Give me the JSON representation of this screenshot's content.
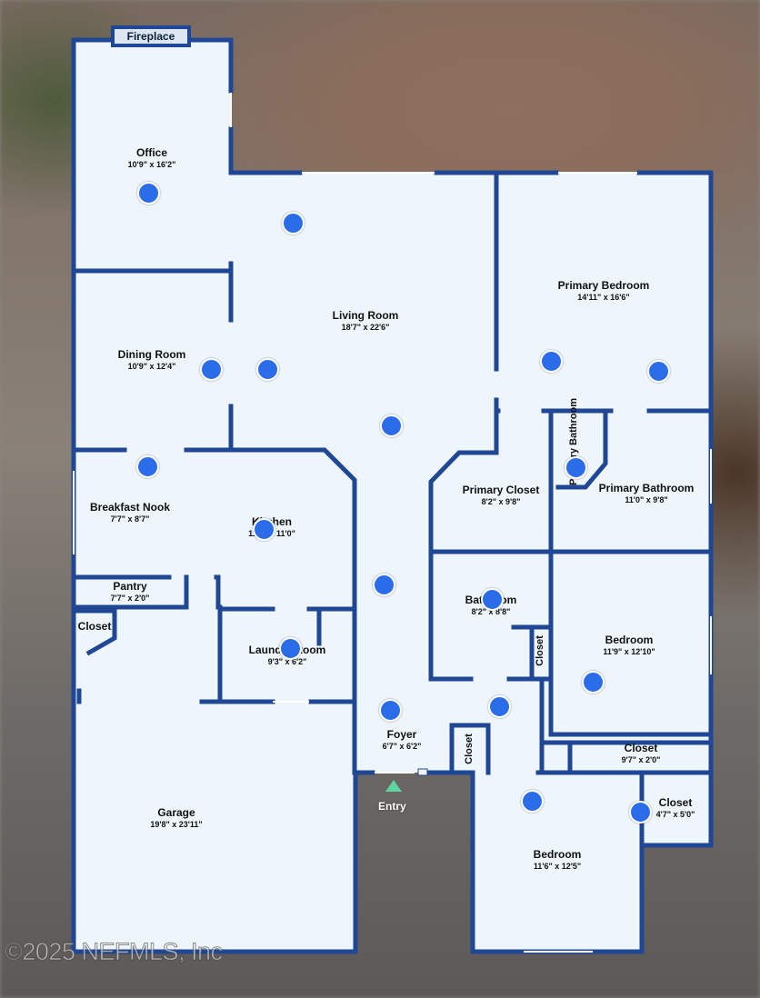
{
  "rooms": {
    "office": {
      "name": "Office",
      "dims": "10'9\" x 16'2\""
    },
    "living": {
      "name": "Living Room",
      "dims": "18'7\" x 22'6\""
    },
    "primary_bedroom": {
      "name": "Primary Bedroom",
      "dims": "14'11\" x 16'6\""
    },
    "dining": {
      "name": "Dining Room",
      "dims": "10'9\" x 12'4\""
    },
    "breakfast": {
      "name": "Breakfast Nook",
      "dims": "7'7\" x 8'7\""
    },
    "kitchen": {
      "name": "Kitchen",
      "dims": "11'6\" x 11'0\""
    },
    "primary_closet": {
      "name": "Primary Closet",
      "dims": "8'2\" x 9'8\""
    },
    "primary_bath": {
      "name": "Primary Bathroom",
      "dims": "11'0\" x 9'8\""
    },
    "primary_bath_wc": {
      "name": "Primary Bathroom"
    },
    "pantry": {
      "name": "Pantry",
      "dims": "7'7\" x 2'0\""
    },
    "closet_garage": {
      "name": "Closet"
    },
    "laundry": {
      "name": "Laundry Room",
      "dims": "9'3\" x 6'2\""
    },
    "bathroom": {
      "name": "Bathroom",
      "dims": "8'2\" x 8'8\""
    },
    "closet_bath": {
      "name": "Closet"
    },
    "bedroom2": {
      "name": "Bedroom",
      "dims": "11'9\" x 12'10\""
    },
    "foyer": {
      "name": "Foyer",
      "dims": "6'7\" x 6'2\""
    },
    "closet_foyer": {
      "name": "Closet"
    },
    "closet_hall": {
      "name": "Closet",
      "dims": "9'7\" x 2'0\""
    },
    "garage": {
      "name": "Garage",
      "dims": "19'8\" x 23'11\""
    },
    "bedroom3": {
      "name": "Bedroom",
      "dims": "11'6\" x 12'5\""
    },
    "closet_bed3": {
      "name": "Closet",
      "dims": "4'7\" x 5'0\""
    }
  },
  "fireplace_label": "Fireplace",
  "entry_label": "Entry",
  "copyright": "©2025 NEFMLS, Inc",
  "colors": {
    "wall": "#1f4796",
    "floor": "#eef5fb",
    "hotspot": "#2b6de8",
    "entry_arrow": "#5fd3a0"
  },
  "icons": {
    "hotspot": "camera-hotspot-icon",
    "entry": "entry-arrow-icon"
  }
}
